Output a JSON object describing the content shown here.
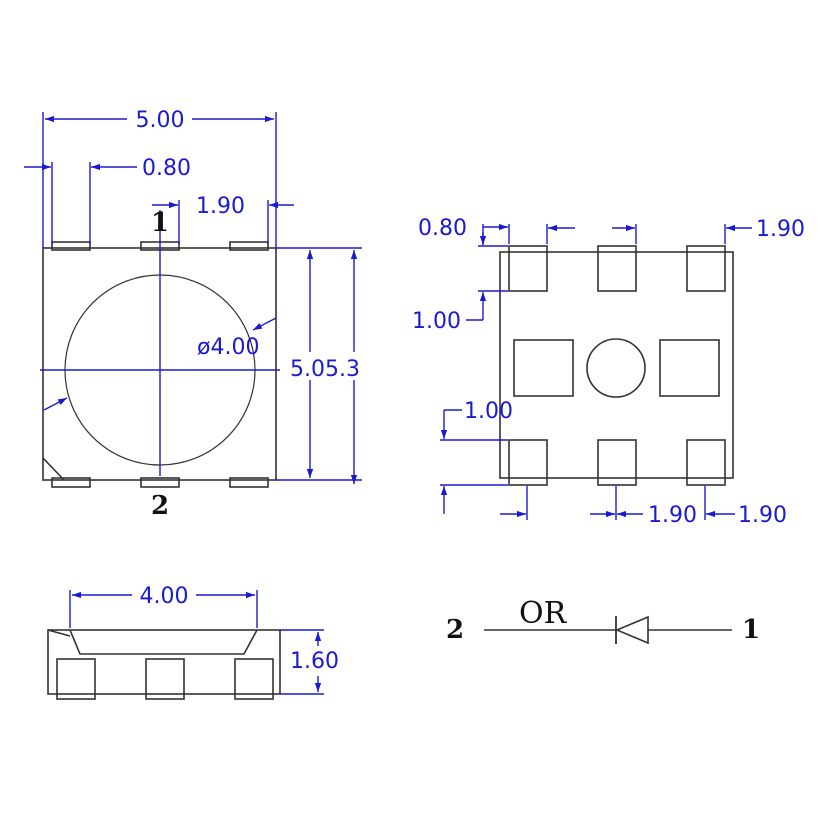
{
  "top_view": {
    "dim_width": "5.00",
    "dim_pad_width": "0.80",
    "dim_pitch": "1.90",
    "dim_height": "5.05.3",
    "dim_dome": "ø4.00",
    "pin_top": "1",
    "pin_bottom": "2"
  },
  "bottom_view": {
    "dim_pad_width": "0.80",
    "dim_pitch_top": "1.90",
    "dim_pad_len_top": "1.00",
    "dim_pad_len_bottom": "1.00",
    "dim_pitch_bottom_1": "1.90",
    "dim_pitch_bottom_2": "1.90"
  },
  "side_view": {
    "dim_dome": "4.00",
    "dim_height": "1.60"
  },
  "schematic": {
    "pin_left": "2",
    "label": "OR",
    "pin_right": "1"
  },
  "colors": {
    "dimension": "#1a1ad0",
    "outline": "#333333"
  }
}
